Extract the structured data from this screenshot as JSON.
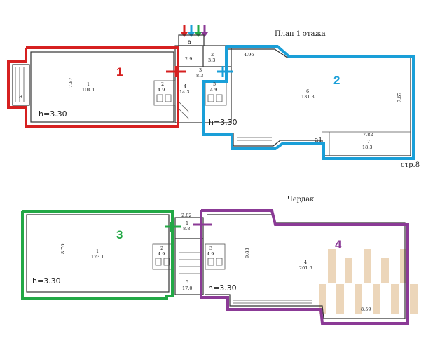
{
  "floor1": {
    "title": "План 1 этажа",
    "page_ref": "стр.8",
    "zone_1": {
      "number": "1",
      "height": "h=3.30",
      "color": "#d62020"
    },
    "zone_2": {
      "number": "2",
      "height": "h=3.30",
      "color": "#1a9fd8"
    },
    "rooms": {
      "r1_no": "1",
      "r1_area": "104.1",
      "r1_dim": "7.87",
      "r2a_no": "2",
      "r2a_area": "4.9",
      "r2b_no": "2",
      "r2b_area": "3.3",
      "r3_no": "3",
      "r3_area": "8.3",
      "r4_no": "4",
      "r4_area": "14.3",
      "r5_no": "5",
      "r5_area": "4.9",
      "r6_no": "6",
      "r6_area": "131.3",
      "r7_no": "7",
      "r7_area": "18.3",
      "dim_496": "4.96",
      "dim_767": "7.67",
      "dim_782": "7.82",
      "dim_29": "2.9",
      "label_a_left": "a",
      "label_a_top": "a",
      "label_a1": "a1"
    }
  },
  "attic": {
    "title": "Чердак",
    "zone_3": {
      "number": "3",
      "height": "h=3.30",
      "color": "#22a845"
    },
    "zone_4": {
      "number": "4",
      "height": "h=3.30",
      "color": "#8b3a96"
    },
    "rooms": {
      "r1_no": "1",
      "r1_area": "123.1",
      "r1_dim": "8.70",
      "r1b_no": "1",
      "r1b_area": "8.8",
      "dim_282": "2.82",
      "r2_no": "2",
      "r2_area": "4.9",
      "r3_no": "3",
      "r3_area": "4.9",
      "r4_no": "4",
      "r4_area": "201.6",
      "r4_dim": "9.83",
      "r5_no": "5",
      "r5_area": "17.0",
      "dim_859": "8.59"
    }
  },
  "entrance_arrows": [
    "#d62020",
    "#1a9fd8",
    "#22a845",
    "#8b3a96"
  ],
  "watermark_color": "#e9cfae"
}
